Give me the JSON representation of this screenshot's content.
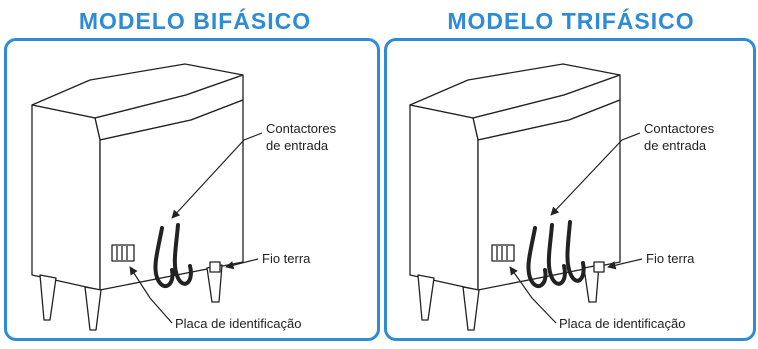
{
  "left_panel": {
    "title": "MODELO BIFÁSICO",
    "label_contactors_line1": "Contactores",
    "label_contactors_line2": "de entrada",
    "label_ground": "Fio terra",
    "label_plate": "Placa de identificação",
    "wire_count": 2
  },
  "right_panel": {
    "title": "MODELO TRIFÁSICO",
    "label_contactors_line1": "Contactores",
    "label_contactors_line2": "de entrada",
    "label_ground": "Fio terra",
    "label_plate": "Placa de identificação",
    "wire_count": 3
  },
  "colors": {
    "accent": "#2e8bd6",
    "line": "#222222"
  }
}
